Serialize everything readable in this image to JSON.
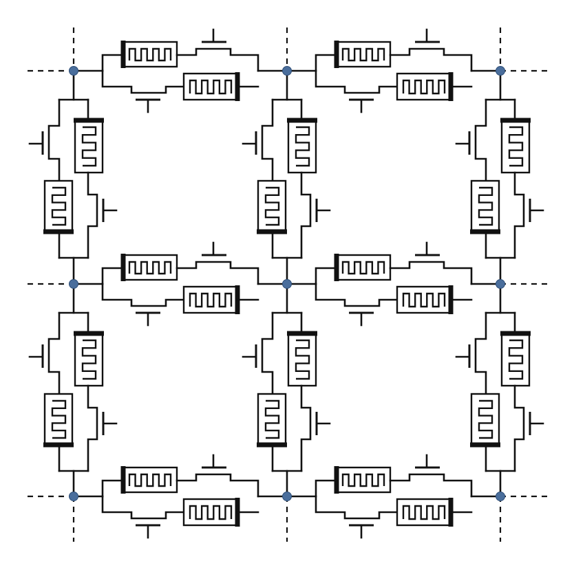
{
  "diagram": {
    "grid": {
      "rows": 3,
      "columns": 3
    },
    "node_color": "#4a6e9c",
    "line_color": "#111111",
    "edge_components": [
      "meander-resistor",
      "transistor",
      "meander-resistor",
      "transistor"
    ],
    "boundary_lines": "dashed"
  }
}
